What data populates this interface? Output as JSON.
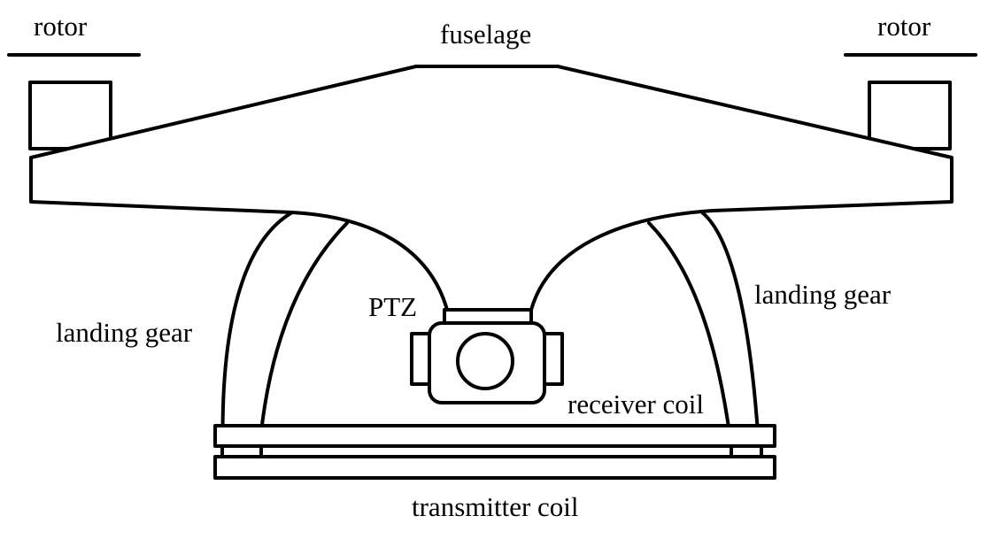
{
  "labels": {
    "rotor_left": "rotor",
    "rotor_right": "rotor",
    "fuselage": "fuselage",
    "ptz": "PTZ",
    "landing_gear_left": "landing gear",
    "landing_gear_right": "landing gear",
    "receiver_coil": "receiver coil",
    "transmitter_coil": "transmitter coil"
  },
  "colors": {
    "line": "#000000",
    "background": "#ffffff"
  }
}
